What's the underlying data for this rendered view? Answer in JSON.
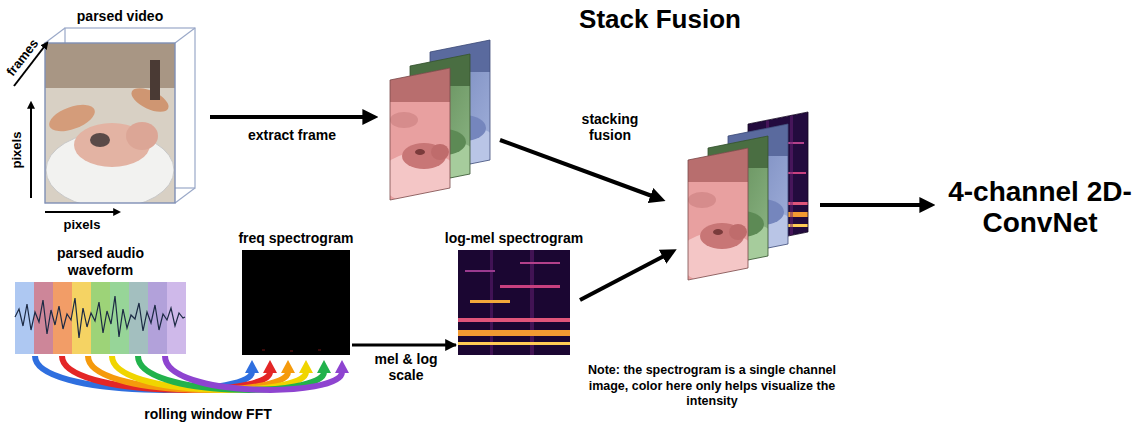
{
  "diagram": {
    "title": "Stack Fusion",
    "nodes": [
      {
        "text": [
          "parsed video"
        ]
      },
      {
        "text": [
          "parsed audio waveform"
        ]
      },
      {
        "text": [
          "freq spectrogram"
        ]
      },
      {
        "text": [
          "log-mel spectrogram"
        ]
      }
    ],
    "edges": [
      {
        "from": 2,
        "to": 3,
        "label": "mel & log scale",
        "arrow": "to"
      }
    ],
    "labels": [
      "frames",
      "pixels",
      "pixels",
      "extract frame",
      "stacking fusion",
      "4-channel 2D-ConvNet",
      "rolling window FFT",
      "Note: the spectrogram is a single channel image, color here only helps visualize the intensity"
    ]
  }
}
